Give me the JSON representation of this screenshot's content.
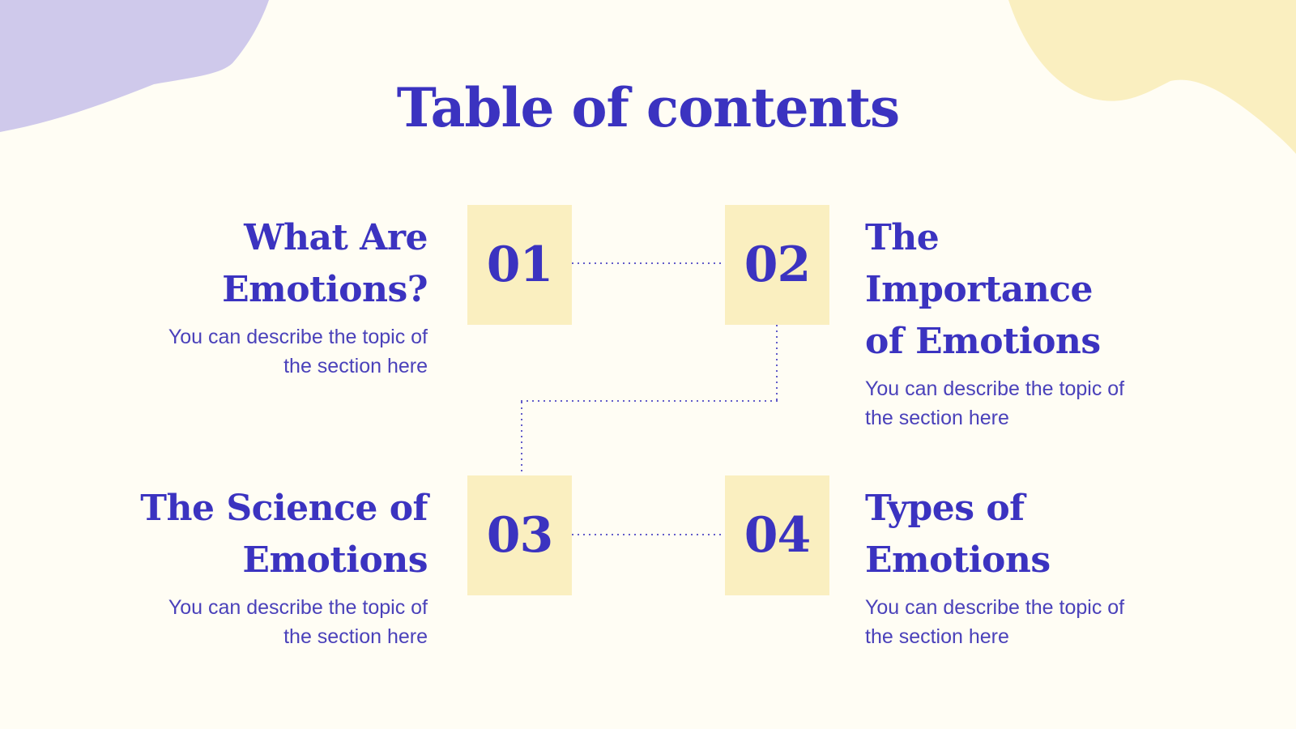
{
  "slide": {
    "title": "Table of contents"
  },
  "sections": [
    {
      "number": "01",
      "title": "What Are Emotions?",
      "title_lines": [
        "What Are",
        "Emotions?"
      ],
      "description": "You can describe the topic of the section here",
      "description_lines": [
        "You can describe the topic of",
        "the section here"
      ]
    },
    {
      "number": "02",
      "title": "The Importance of Emotions",
      "title_lines": [
        "The Importance",
        "of Emotions"
      ],
      "description": "You can describe the topic of the section here",
      "description_lines": [
        "You can describe the topic of",
        "the section here"
      ]
    },
    {
      "number": "03",
      "title": "The Science of Emotions",
      "title_lines": [
        "The Science of",
        "Emotions"
      ],
      "description": "You can describe the topic of the section here",
      "description_lines": [
        "You can describe the topic of",
        "the section here"
      ]
    },
    {
      "number": "04",
      "title": "Types of Emotions",
      "title_lines": [
        "Types of",
        "Emotions"
      ],
      "description": "You can describe the topic of the section here",
      "description_lines": [
        "You can describe the topic of",
        "the section here"
      ]
    }
  ],
  "colors": {
    "background": "#FFFDF4",
    "accent_indigo": "#3B33C0",
    "description_indigo": "#4A41BA",
    "box_yellow": "#FAEFC0",
    "blob_yellow": "#FAEFC0",
    "blob_purple": "#CFC9EB",
    "connector_dots": "#3B33C0"
  }
}
